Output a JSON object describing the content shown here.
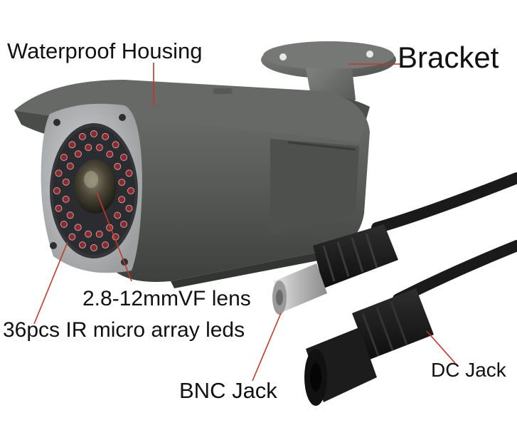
{
  "labels": {
    "housing": "Waterproof Housing",
    "bracket": "Bracket",
    "lens": "2.8-12mmVF lens",
    "leds": "36pcs IR micro array leds",
    "bnc": "BNC Jack",
    "dc": "DC Jack"
  },
  "colors": {
    "housing": "#5c5e5c",
    "housing_dark": "#3f413f",
    "faceplate": "#b9bbbd",
    "led": "#8a2a30",
    "cable": "#1a1a1a",
    "bnc_metal": "#c8c8c8",
    "pointer": "#c0392b",
    "text": "#111111"
  }
}
